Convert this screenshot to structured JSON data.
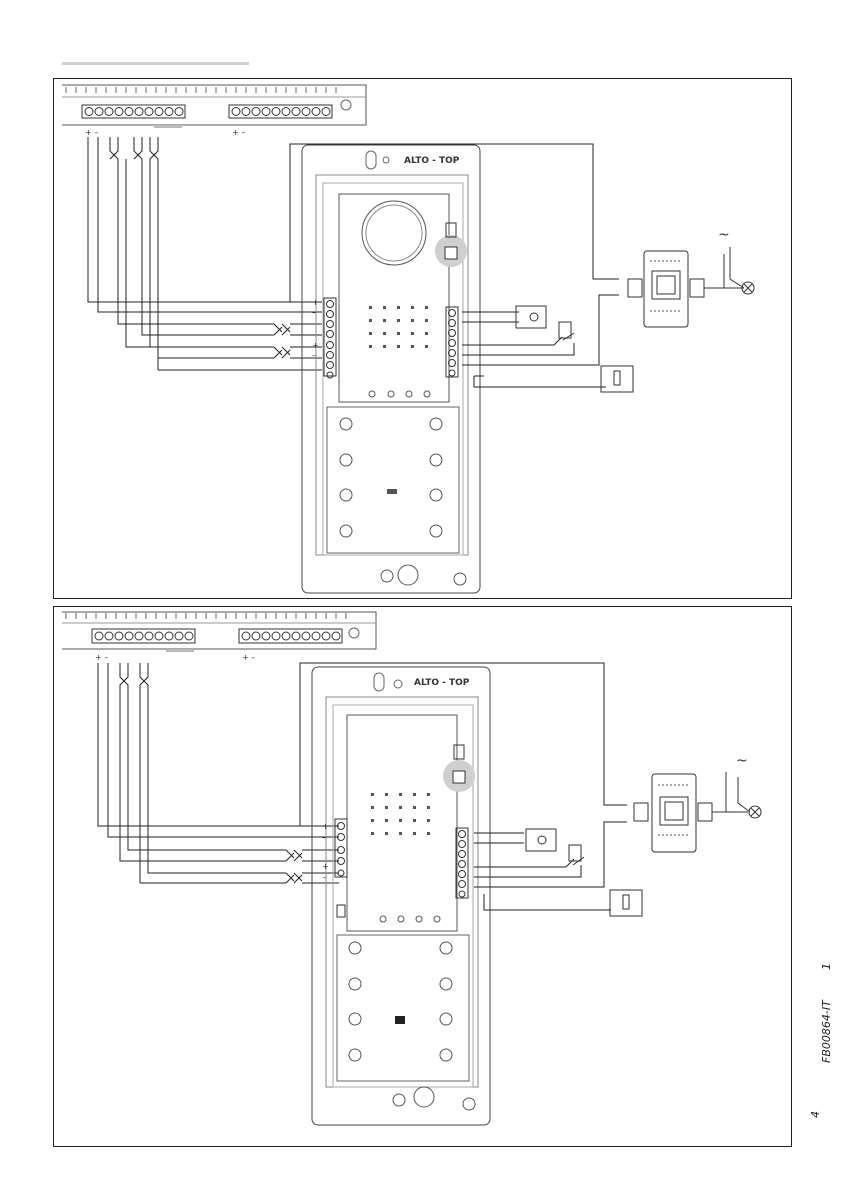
{
  "header_rule": "",
  "diagram1": {
    "panel_label": "ALTO - TOP",
    "bus_polarity_left": "+ –",
    "bus_polarity_right": "+ –",
    "terminal_signs": [
      "+",
      "–",
      "+",
      "–",
      "+",
      "–",
      "+",
      "–"
    ],
    "ac_symbol": "~"
  },
  "diagram2": {
    "panel_label": "ALTO - TOP",
    "bus_polarity_left": "+ –",
    "bus_polarity_right": "+ –",
    "terminal_signs": [
      "+",
      "–",
      "+",
      "–"
    ],
    "ac_symbol": "~"
  },
  "footer": {
    "doc_code": "FB00864-IT",
    "revision": "1",
    "page": "4"
  }
}
